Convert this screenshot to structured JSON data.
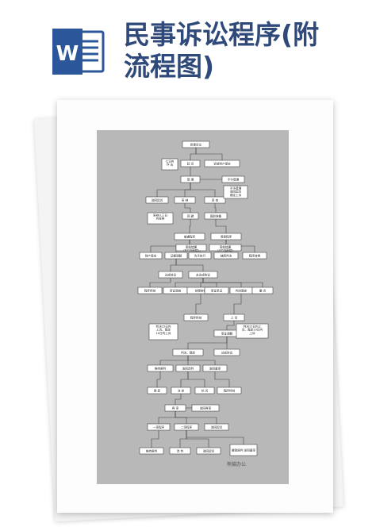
{
  "document": {
    "title_line1": "民事诉讼程序(附",
    "title_line2": "流程图)",
    "app_icon": "word-document-icon",
    "app_icon_letter": "W",
    "accent_color": "#2b579a"
  },
  "flowchart": {
    "nodes": [
      {
        "id": "n1",
        "text": "民事诉讼"
      },
      {
        "id": "n2",
        "text": "起 诉"
      },
      {
        "id": "n3",
        "text": "诉前财产保全"
      },
      {
        "id": "n4",
        "text": "受 理"
      },
      {
        "id": "n5",
        "text": "不予受理"
      },
      {
        "id": "n6",
        "text": "驳回起诉"
      },
      {
        "id": "n7",
        "text": "答 辩"
      },
      {
        "id": "n8",
        "text": "审 查"
      },
      {
        "id": "n9",
        "text": "回 避"
      },
      {
        "id": "n10",
        "text": "庭前准备"
      },
      {
        "id": "n11",
        "text": "普通程序"
      },
      {
        "id": "n12",
        "text": "简易程序"
      },
      {
        "id": "n13",
        "text": "财产保全"
      },
      {
        "id": "n14",
        "text": "证据调解"
      },
      {
        "id": "n15",
        "text": "先予执行"
      },
      {
        "id": "n16",
        "text": "缺席判决"
      },
      {
        "id": "n17",
        "text": "程序转换"
      },
      {
        "id": "n18",
        "text": "达成协议"
      },
      {
        "id": "n19",
        "text": "未达成协议"
      },
      {
        "id": "n20",
        "text": "程序终结"
      },
      {
        "id": "n21",
        "text": "审证调查"
      },
      {
        "id": "n22",
        "text": "结案辩护"
      },
      {
        "id": "n23",
        "text": "审证承证"
      },
      {
        "id": "n24",
        "text": "判决裁定"
      },
      {
        "id": "n25",
        "text": "撤 诉"
      },
      {
        "id": "n26",
        "text": "程序终结"
      },
      {
        "id": "n27",
        "text": "上 诉"
      },
      {
        "id": "n28",
        "text": "审证调解"
      },
      {
        "id": "n29",
        "text": "判决、裁定"
      },
      {
        "id": "n30",
        "text": "达成协议"
      },
      {
        "id": "n31",
        "text": "维持原判"
      },
      {
        "id": "n32",
        "text": "发回改判"
      },
      {
        "id": "n33",
        "text": "发回重审"
      },
      {
        "id": "n34",
        "text": "提 起"
      },
      {
        "id": "n35",
        "text": "决 定"
      },
      {
        "id": "n36",
        "text": "抗 诉"
      },
      {
        "id": "n37",
        "text": "程序终结"
      },
      {
        "id": "n38",
        "text": "再 审"
      },
      {
        "id": "n39",
        "text": "驳回再审"
      },
      {
        "id": "n40",
        "text": "一审程序"
      },
      {
        "id": "n41",
        "text": "二审程序"
      },
      {
        "id": "n42",
        "text": "驳回起诉"
      },
      {
        "id": "n43",
        "text": "维持原判"
      },
      {
        "id": "n44",
        "text": "改 判"
      },
      {
        "id": "n45",
        "text": "驳回起诉"
      },
      {
        "id": "n46",
        "text": "撤销原判 发回重审"
      }
    ],
    "notes": [
      {
        "id": "c1",
        "lines": [
          "七日内",
          "作 出"
        ]
      },
      {
        "id": "c2",
        "lines": [
          "不予受理",
          "驳回起诉",
          "裁定上诉"
        ]
      },
      {
        "id": "c3",
        "lines": [
          "答辩人三日",
          "内答辩"
        ]
      },
      {
        "id": "c4",
        "lines": [
          "审前结果",
          "(6个月审结)"
        ]
      },
      {
        "id": "c5",
        "lines": [
          "审前结果",
          "(3个月审结)"
        ]
      },
      {
        "id": "c6",
        "lines": [
          "判决15日内",
          "上诉、裁定",
          "10日内上诉"
        ]
      },
      {
        "id": "c7",
        "lines": [
          "判决15日内上",
          "诉、裁定10日内",
          "上诉"
        ]
      }
    ],
    "watermark": "熊猫办公"
  }
}
